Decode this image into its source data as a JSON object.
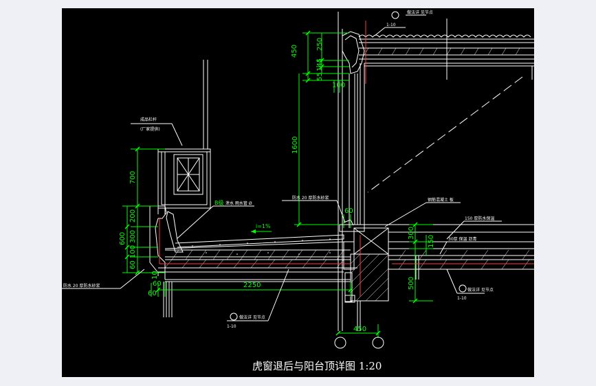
{
  "title": "虎窗退后与阳台顶详图 1:20",
  "colors": {
    "background": "#000000",
    "linework": "#ffffff",
    "dimension": "#00ff00",
    "section": "#ff3b3b"
  },
  "dims": {
    "d450_top": "450",
    "d250": "250",
    "d145": "145",
    "d55": "55",
    "d100_top": "100",
    "d1600": "1600",
    "d700": "700",
    "d600": "600",
    "d200": "200",
    "d300_left": "300",
    "d100_left": "100",
    "d60_left": "60",
    "d10": "10",
    "d60_bot_a": "60",
    "d60_bot_b": "60",
    "d2250": "2250",
    "d60_mid": "60",
    "d300_right": "300",
    "d150_right": "150",
    "d500": "500",
    "d450_bot": "450"
  },
  "annotations": {
    "rail_note": "成品栏杆",
    "rail_sub": "(厂家提供)",
    "slope": "i=1%",
    "drain_left": "B级",
    "drain_note": "泄水  雨水管  Ø",
    "waterproof_left": "防水  20  厚防水砂浆",
    "waterproof_top": "防水  20  厚防水砂浆",
    "concrete_note": "钢筋混凝土 板",
    "insul_note": "150  厚防水保温",
    "insul_note2": "30厚 保温 沥青",
    "detail_top": "做法详 见节点",
    "detail_right": "做法详 见节点",
    "detail_bottom": "做法详 见节点",
    "ref_top": "1-10",
    "ref_right": "1-10",
    "ref_bottom": "1-10"
  }
}
